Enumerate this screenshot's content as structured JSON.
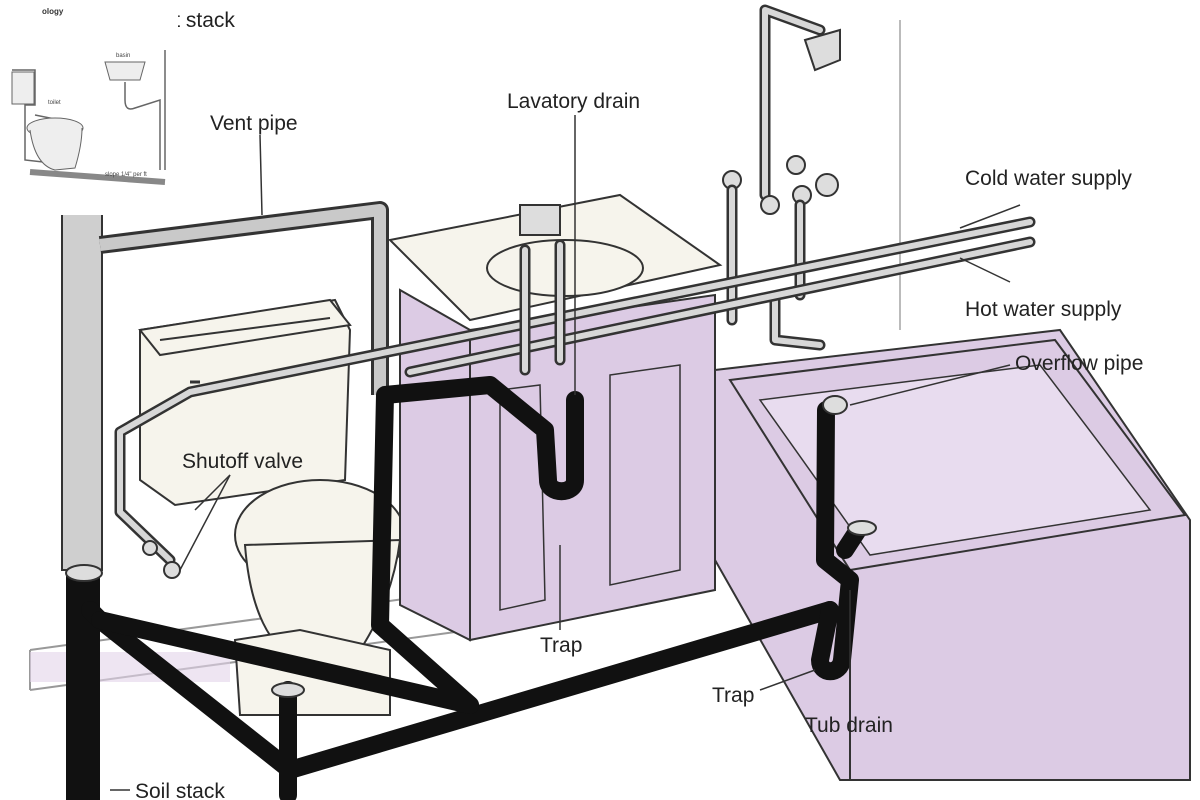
{
  "labels": {
    "vent_stack": "Vent stack",
    "vent_pipe": "Vent pipe",
    "lavatory_drain": "Lavatory drain",
    "cold_water_supply": "Cold water supply",
    "hot_water_supply": "Hot water supply",
    "overflow_pipe": "Overflow pipe",
    "shutoff_valve": "Shutoff valve",
    "trap_lavatory": "Trap",
    "trap_tub": "Trap",
    "tub_drain": "Tub drain",
    "soil_stack": "Soil stack"
  },
  "inset": {
    "title": "ology",
    "basin": "basin",
    "toilet": "toilet",
    "slope": "slope 1/4\" per ft"
  },
  "colors": {
    "fixture_lavender": "#dccbe4",
    "drain_black": "#111111",
    "supply_gray": "#d7d7d7",
    "porcelain": "#f6f4ec"
  }
}
